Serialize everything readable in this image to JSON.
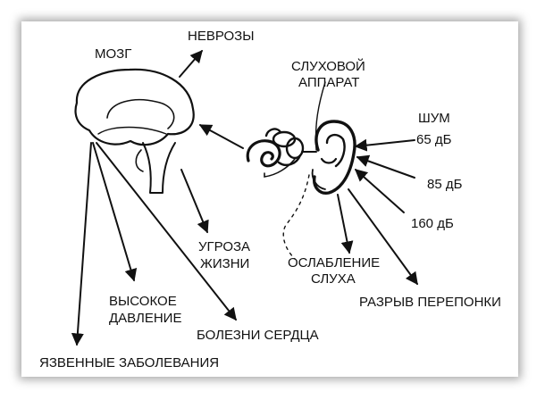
{
  "labels": {
    "brain": "МОЗГ",
    "neuroses": "НЕВРОЗЫ",
    "hearing_line1": "СЛУХОВОЙ",
    "hearing_line2": "АППАРАТ",
    "noise": "ШУМ",
    "db65": "65 дБ",
    "db85": "85 дБ",
    "db160": "160 дБ",
    "threat_line1": "УГРОЗА",
    "threat_line2": "ЖИЗНИ",
    "hearing_loss_line1": "ОСЛАБЛЕНИЕ",
    "hearing_loss_line2": "СЛУХА",
    "high_pressure_line1": "ВЫСОКОЕ",
    "high_pressure_line2": "ДАВЛЕНИЕ",
    "eardrum": "РАЗРЫВ ПЕРЕПОНКИ",
    "heart": "БОЛЕЗНИ СЕРДЦА",
    "ulcers": "ЯЗВЕННЫЕ ЗАБОЛЕВАНИЯ"
  },
  "colors": {
    "ink": "#111111",
    "background": "#ffffff",
    "shadow": "#555555"
  }
}
